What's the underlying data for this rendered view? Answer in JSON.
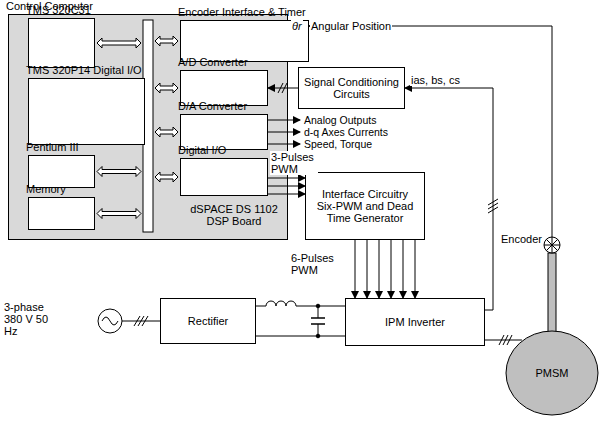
{
  "diagram": {
    "nodes": [
      {
        "text": [
          "Control Computer",
          "dSPACE DS 1102 DSP Board"
        ]
      },
      {
        "text": [
          "TMS 320C31"
        ],
        "in": 0
      },
      {
        "text": [
          "TMS 320P14 Digital I/O"
        ],
        "in": 0
      },
      {
        "text": [
          "Pentium III"
        ],
        "in": 0
      },
      {
        "text": [
          "Memory"
        ],
        "in": 0
      },
      {
        "text": [
          "Encoder Interface & Timer"
        ],
        "in": 0
      },
      {
        "text": [
          "A/D Converter"
        ],
        "in": 0
      },
      {
        "text": [
          "D/A Converter"
        ],
        "in": 0
      },
      {
        "text": [
          "Digital I/O"
        ],
        "in": 0
      },
      {
        "text": [
          "Signal Conditioning Circuits"
        ]
      },
      {
        "text": [
          "Interface Circuitry Six-PWM and Dead Time Generator"
        ]
      },
      {
        "text": [
          "Rectifier"
        ]
      },
      {
        "text": [
          "IPM Inverter"
        ]
      },
      {
        "text": [
          "PMSM"
        ]
      }
    ],
    "edges": [
      {
        "from": 13,
        "to": 5,
        "arrow": "to",
        "label": "Angular Position"
      },
      {
        "from": 9,
        "to": 6,
        "arrow": "to"
      },
      {
        "from": 12,
        "to": 9,
        "arrow": "to",
        "label": "ias, bs, cs"
      },
      {
        "from": 8,
        "to": 10,
        "arrow": "to",
        "label": "3-Pulses PWM"
      },
      {
        "from": 10,
        "to": 12,
        "arrow": "to",
        "label": "6-Pulses PWM"
      },
      {
        "from": 11,
        "to": 12,
        "arrow": "none"
      },
      {
        "from": 12,
        "to": 13,
        "arrow": "none"
      }
    ],
    "labels": [
      "θr",
      "Analog Outputs",
      "d-q Axes Currents",
      "Speed, Torque",
      "3-phase 380 V 50 Hz",
      "Encoder"
    ]
  }
}
